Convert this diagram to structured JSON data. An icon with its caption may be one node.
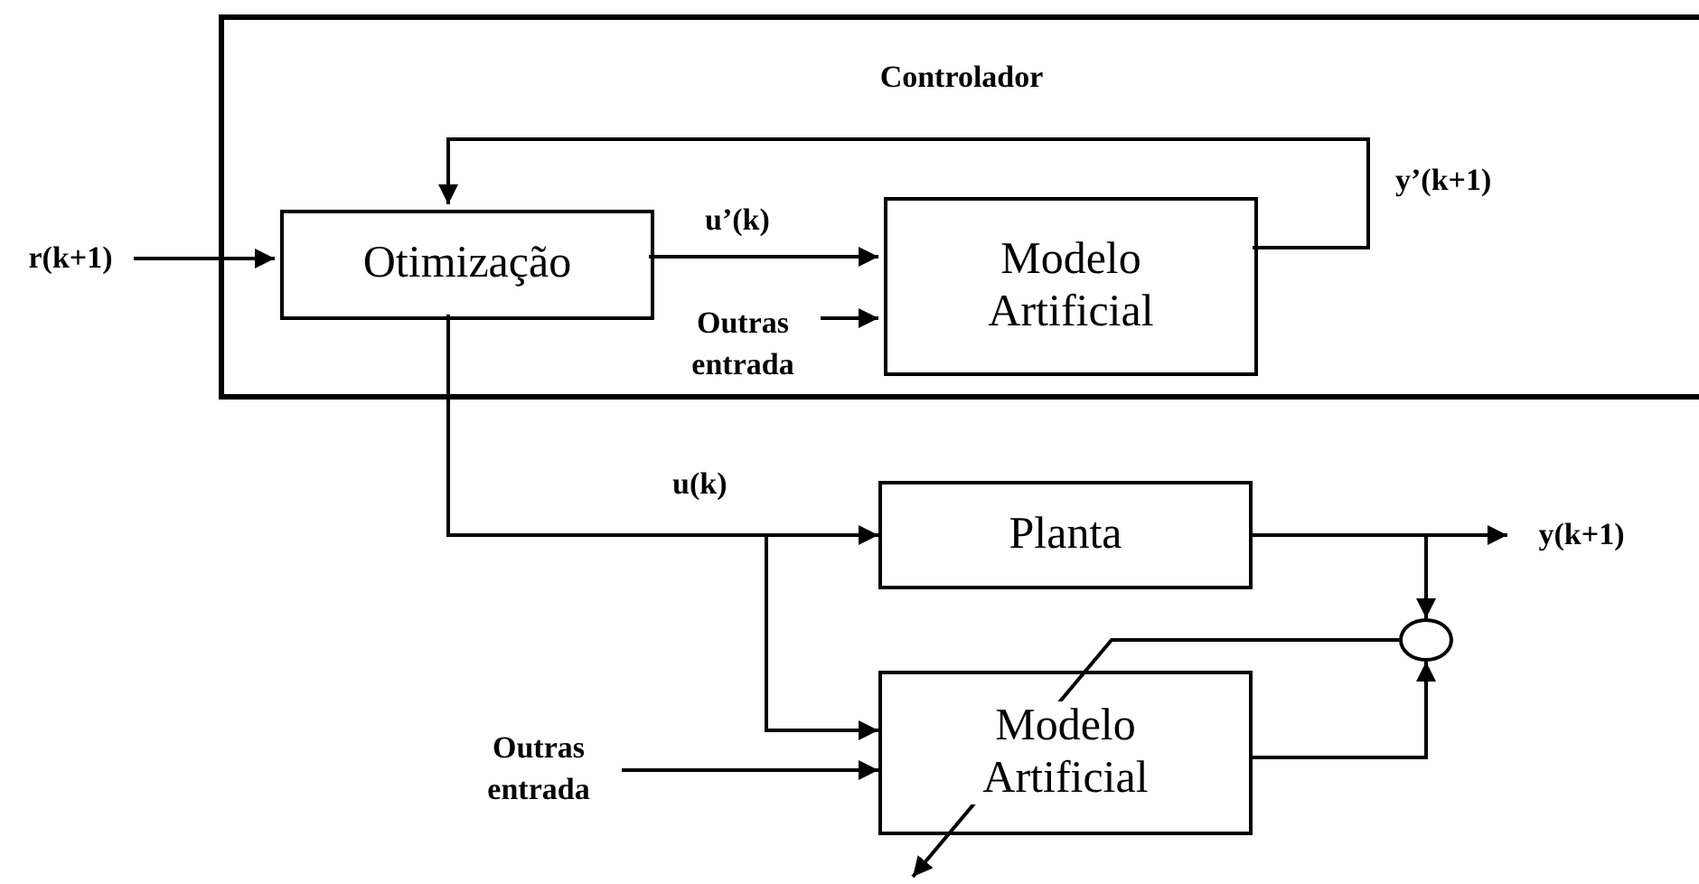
{
  "diagram": {
    "nodes": [
      {
        "text": [
          "Controlador"
        ]
      },
      {
        "text": [
          "Otimização"
        ],
        "in": 0
      },
      {
        "text": [
          "Modelo Artificial"
        ],
        "in": 0
      },
      {
        "text": [
          "Outras entrada"
        ],
        "in": 0
      },
      {
        "text": [
          "r(k+1)"
        ]
      },
      {
        "text": [
          "Planta"
        ]
      },
      {
        "text": [
          "Modelo Artificial"
        ]
      },
      {
        "text": [
          "Outras entrada"
        ]
      },
      {
        "text": [
          "y(k+1)"
        ]
      },
      {
        "text": [],
        "shape": "circle"
      }
    ],
    "edges": [
      {
        "from": 4,
        "to": 1,
        "arrow": "to"
      },
      {
        "from": 1,
        "to": 2,
        "arrow": "to",
        "label": "u’(k)"
      },
      {
        "from": 3,
        "to": 2,
        "arrow": "to"
      },
      {
        "from": 2,
        "to": 1,
        "arrow": "to",
        "label": "y’(k+1)"
      },
      {
        "from": 1,
        "to": 5,
        "arrow": "to",
        "label": "u(k)"
      },
      {
        "from": 1,
        "to": 6,
        "arrow": "to"
      },
      {
        "from": 7,
        "to": 6,
        "arrow": "to"
      },
      {
        "from": 5,
        "to": 8,
        "arrow": "to"
      },
      {
        "from": 5,
        "to": 9,
        "arrow": "to"
      },
      {
        "from": 6,
        "to": 9,
        "arrow": "to"
      },
      {
        "from": 9,
        "to": 6,
        "arrow": "to"
      }
    ]
  }
}
